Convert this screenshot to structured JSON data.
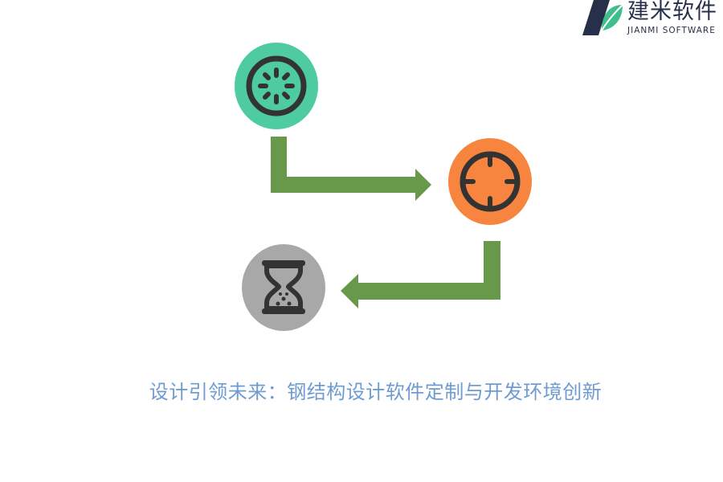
{
  "brand": {
    "name_cn": "建米软件",
    "name_en": "JIANMI SOFTWARE",
    "colors": {
      "dark": "#27304a",
      "green": "#3fbf8c"
    }
  },
  "diagram": {
    "nodes": [
      {
        "id": "start",
        "icon": "loading-spinner-icon",
        "color": "#4ecba0"
      },
      {
        "id": "target",
        "icon": "crosshair-icon",
        "color": "#f7843f"
      },
      {
        "id": "wait",
        "icon": "hourglass-icon",
        "color": "#a8a8a8"
      }
    ],
    "arrows": [
      {
        "from": "start",
        "to": "target",
        "color": "#68994a"
      },
      {
        "from": "target",
        "to": "wait",
        "color": "#68994a"
      }
    ],
    "icon_color": "#333333"
  },
  "caption": {
    "text": "设计引领未来：钢结构设计软件定制与开发环境创新",
    "color": "#6f9bd1"
  }
}
